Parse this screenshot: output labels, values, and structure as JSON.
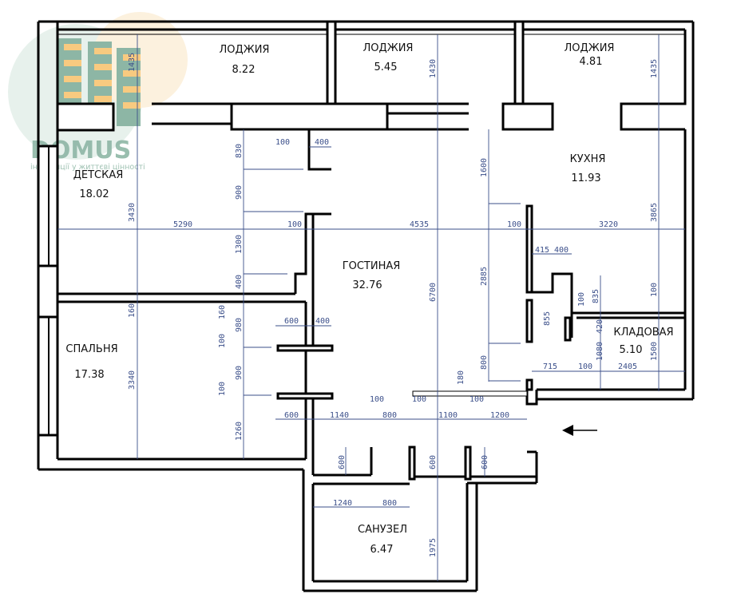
{
  "logo": {
    "name": "DOMUS",
    "tagline": "інвестиції у життєві цінності",
    "colors": {
      "green": "#7aaa96",
      "orange": "#f7c16a"
    }
  },
  "rooms": [
    {
      "name": "ЛОДЖИЯ",
      "area": "8.22"
    },
    {
      "name": "ЛОДЖИЯ",
      "area": "5.45"
    },
    {
      "name": "ЛОДЖИЯ",
      "area": "4.81"
    },
    {
      "name": "КУХНЯ",
      "area": "11.93"
    },
    {
      "name": "ДЕТСКАЯ",
      "area": "18.02"
    },
    {
      "name": "ГОСТИНАЯ",
      "area": "32.76"
    },
    {
      "name": "СПАЛЬНЯ",
      "area": "17.38"
    },
    {
      "name": "КЛАДОВАЯ",
      "area": "5.10"
    },
    {
      "name": "САНУЗЕЛ",
      "area": "6.47"
    }
  ],
  "dims": [
    "1435",
    "1430",
    "1435",
    "830",
    "100",
    "400",
    "900",
    "3430",
    "5290",
    "100",
    "4535",
    "100",
    "3220",
    "1600",
    "3865",
    "1300",
    "415",
    "400",
    "2885",
    "6700",
    "835",
    "100",
    "100",
    "400",
    "160",
    "160",
    "980",
    "600",
    "400",
    "855",
    "420",
    "1080",
    "1500",
    "100",
    "900",
    "3340",
    "800",
    "180",
    "715",
    "100",
    "2405",
    "100",
    "100",
    "100",
    "100",
    "600",
    "1140",
    "800",
    "1100",
    "1200",
    "1260",
    "600",
    "600",
    "600",
    "1240",
    "800",
    "1975"
  ],
  "colors": {
    "wall": "#000000",
    "dimension": "#3b4f8a"
  },
  "entrance": "arrow-left"
}
